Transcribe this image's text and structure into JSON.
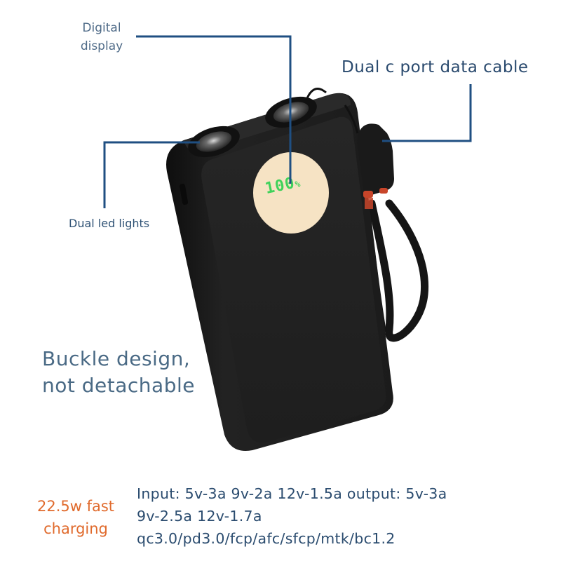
{
  "product": "power-bank",
  "callouts": {
    "digital_display": {
      "line1": "Digital",
      "line2": "display"
    },
    "dual_c_port": "Dual c port data cable",
    "dual_led": "Dual led lights",
    "buckle": {
      "line1": "Buckle design,",
      "line2": "not detachable"
    }
  },
  "display": {
    "value": "100",
    "unit": "%"
  },
  "fast_charge": {
    "line1": "22.5w fast",
    "line2": "charging"
  },
  "specs": {
    "line1": "Input: 5v-3a 9v-2a 12v-1.5a output: 5v-3a",
    "line2": "9v-2.5a 12v-1.7a",
    "line3": "qc3.0/pd3.0/fcp/afc/sfcp/mtk/bc1.2"
  },
  "colors": {
    "callout_line": "#1f4f82",
    "label_blue": "#2a4a6e",
    "orange": "#e06a2c",
    "device_body": "#1c1c1c",
    "display_bg": "#f6e3c4",
    "display_digits": "#3fd25a",
    "cable_accent": "#c8452a"
  }
}
